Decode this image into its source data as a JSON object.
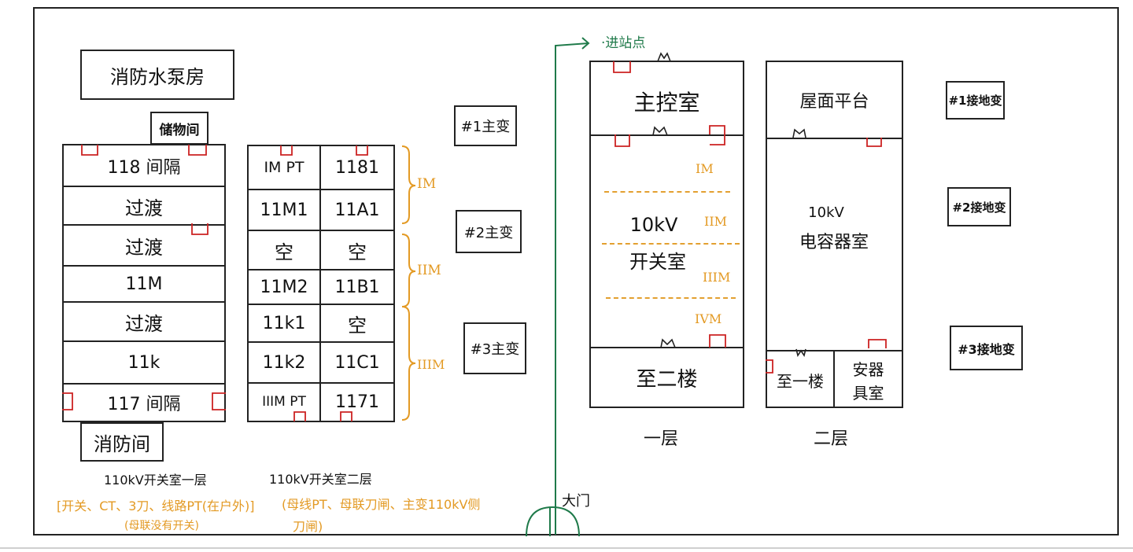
{
  "fire_pump_room": "消防水泵房",
  "storage_room": "储物间",
  "fire_room": "消防间",
  "floor1_rows": [
    "118 间隔",
    "过渡",
    "过渡",
    "11M",
    "过渡",
    "11k",
    "117 间隔"
  ],
  "floor2_grid": [
    [
      "IM PT",
      "1181"
    ],
    [
      "11M1",
      "11A1"
    ],
    [
      "空",
      "空"
    ],
    [
      "11M2",
      "11B1"
    ],
    [
      "11k1",
      "空"
    ],
    [
      "11k2",
      "11C1"
    ],
    [
      "IIIM PT",
      "1171"
    ]
  ],
  "bus_brackets": [
    "IM",
    "IIM",
    "IIIM"
  ],
  "main_transformers": [
    "#1主变",
    "#2主变",
    "#3主变"
  ],
  "caption_floor1": "110kV开关室一层",
  "caption_floor1_note": "[开关、CT、3刀、线路PT(在户外)]",
  "caption_floor1_sub": "(母联没有开关)",
  "caption_floor2": "110kV开关室二层",
  "caption_floor2_note_1": "(母线PT、母联刀闸、主变110kV侧",
  "caption_floor2_note_2": "刀闸)",
  "entry_point": "·进站点",
  "gate": "大门",
  "layer1": {
    "title": "一层",
    "main_control": "主控室",
    "switch_room_1": "10kV",
    "switch_room_2": "开关室",
    "bus_labels": [
      "IM",
      "IIM",
      "IIIM",
      "IVM"
    ],
    "stairs": "至二楼"
  },
  "layer2": {
    "title": "二层",
    "roof": "屋面平台",
    "capacitor_1": "10kV",
    "capacitor_2": "电容器室",
    "stairs": "至一楼",
    "tool_room_1": "安器",
    "tool_room_2": "具室"
  },
  "grounding_transformers": [
    "#1接地变",
    "#2接地变",
    "#3接地变"
  ],
  "colors": {
    "line": "#222222",
    "door": "#cc2222",
    "bus": "#e39a24",
    "path": "#1f7a4a"
  }
}
